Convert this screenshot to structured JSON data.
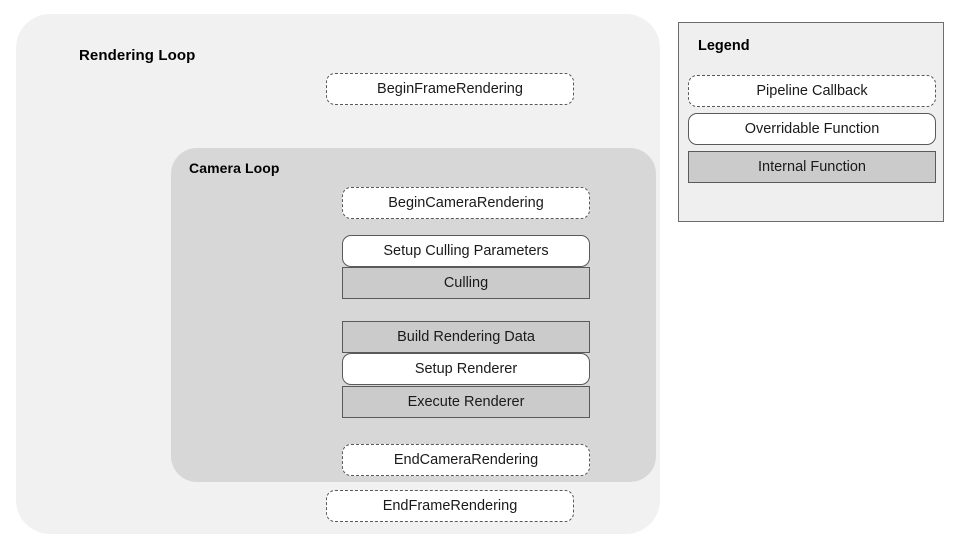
{
  "diagram": {
    "outer_loop": {
      "title": "Rendering Loop",
      "background_color": "#f1f1f1"
    },
    "inner_loop": {
      "title": "Camera Loop",
      "background_color": "#d7d7d7"
    },
    "nodes": [
      {
        "label": "BeginFrameRendering",
        "kind": "callback"
      },
      {
        "label": "BeginCameraRendering",
        "kind": "callback"
      },
      {
        "label": "Setup Culling Parameters",
        "kind": "overridable"
      },
      {
        "label": "Culling",
        "kind": "internal"
      },
      {
        "label": "Build Rendering Data",
        "kind": "internal"
      },
      {
        "label": "Setup Renderer",
        "kind": "overridable"
      },
      {
        "label": "Execute Renderer",
        "kind": "internal"
      },
      {
        "label": "EndCameraRendering",
        "kind": "callback"
      },
      {
        "label": "EndFrameRendering",
        "kind": "callback"
      }
    ]
  },
  "legend": {
    "title": "Legend",
    "items": [
      {
        "label": "Pipeline Callback",
        "kind": "callback",
        "swatch_color": "#ffffff"
      },
      {
        "label": "Overridable Function",
        "kind": "overridable",
        "swatch_color": "#ffffff"
      },
      {
        "label": "Internal Function",
        "kind": "internal",
        "swatch_color": "#cbcbcb"
      }
    ]
  },
  "colors": {
    "outer_background": "#f1f1f1",
    "inner_background": "#d7d7d7",
    "internal_fill": "#cbcbcb",
    "legend_background": "#efefef",
    "stroke": "#5a5a5a",
    "text": "#1a1a1a"
  }
}
